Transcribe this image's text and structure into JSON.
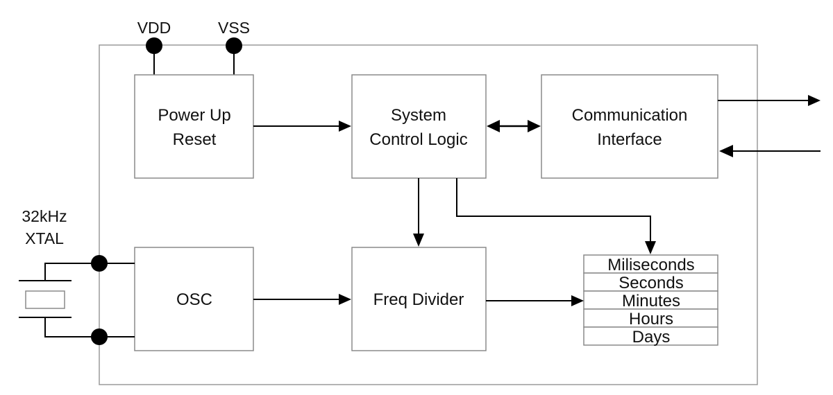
{
  "pins": {
    "vdd": "VDD",
    "vss": "VSS",
    "xtal_line1": "32kHz",
    "xtal_line2": "XTAL"
  },
  "blocks": {
    "power_up_reset": {
      "line1": "Power Up",
      "line2": "Reset"
    },
    "system_control_logic": {
      "line1": "System",
      "line2": "Control Logic"
    },
    "communication_interface": {
      "line1": "Communication",
      "line2": "Interface"
    },
    "osc": {
      "line1": "OSC"
    },
    "freq_divider": {
      "line1": "Freq Divider"
    }
  },
  "time_registers": [
    "Miliseconds",
    "Seconds",
    "Minutes",
    "Hours",
    "Days"
  ]
}
